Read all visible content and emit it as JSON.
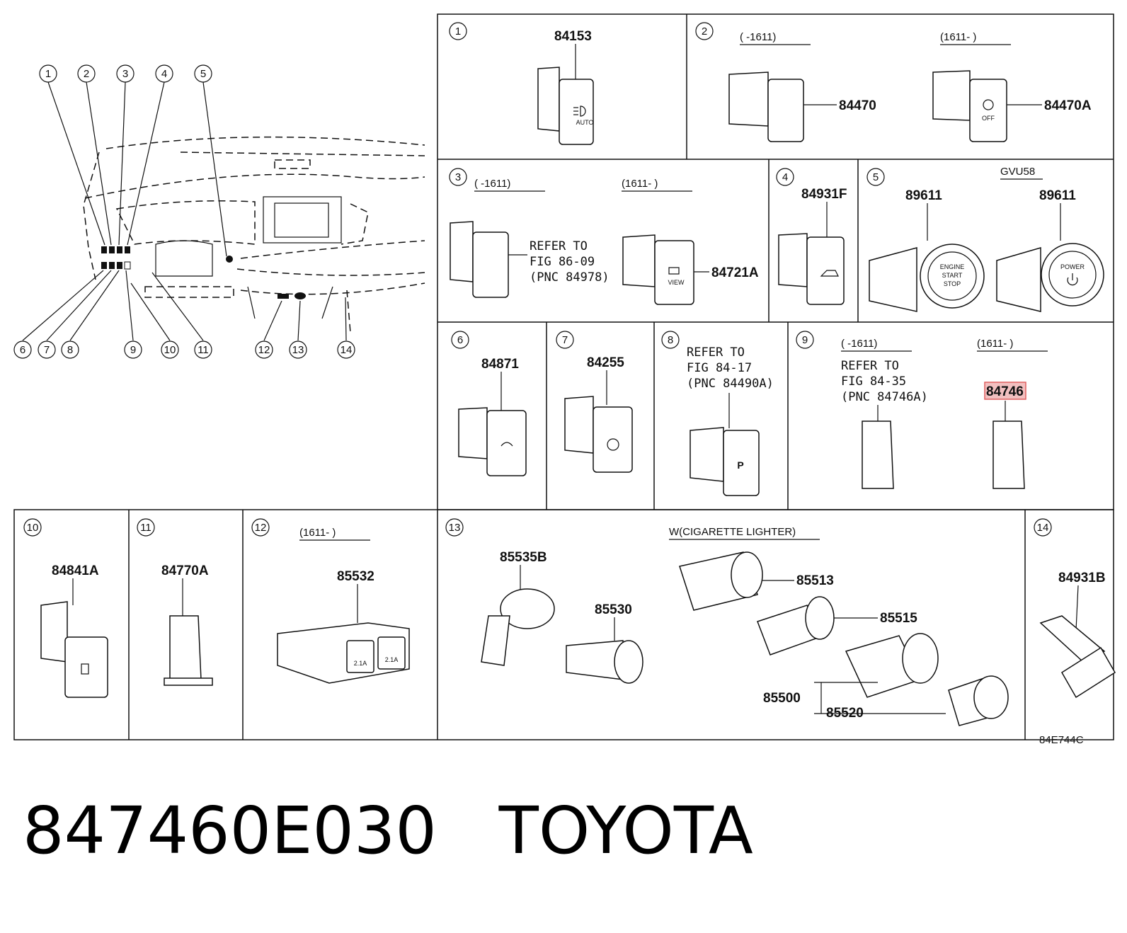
{
  "callouts_overview": [
    "1",
    "2",
    "3",
    "4",
    "5",
    "6",
    "7",
    "8",
    "9",
    "10",
    "11",
    "12",
    "13",
    "14"
  ],
  "panels": {
    "p1": {
      "num": "1",
      "part": "84153",
      "icon_text": "AUTO"
    },
    "p2": {
      "num": "2",
      "range_a": "(     -1611)",
      "range_b": "(1611-      )",
      "part_a": "84470",
      "part_b": "84470A",
      "icon_text_b": "OFF"
    },
    "p3": {
      "num": "3",
      "range_a": "(     -1611)",
      "range_b": "(1611-      )",
      "refer_1": "REFER TO",
      "refer_2": "FIG 86-09",
      "refer_3": "(PNC 84978)",
      "part": "84721A",
      "icon_text": "VIEW"
    },
    "p4": {
      "num": "4",
      "part": "84931F"
    },
    "p5": {
      "num": "5",
      "code": "GVU58",
      "part_a": "89611",
      "part_b": "89611",
      "engine_1": "ENGINE",
      "engine_2": "START",
      "engine_3": "STOP",
      "power": "POWER"
    },
    "p6": {
      "num": "6",
      "part": "84871"
    },
    "p7": {
      "num": "7",
      "part": "84255"
    },
    "p8": {
      "num": "8",
      "refer_1": "REFER TO",
      "refer_2": "FIG 84-17",
      "refer_3": "(PNC 84490A)"
    },
    "p9": {
      "num": "9",
      "range_a": "(     -1611)",
      "range_b": "(1611-      )",
      "refer_1": "REFER TO",
      "refer_2": "FIG 84-35",
      "refer_3": "(PNC 84746A)",
      "part": "84746"
    },
    "p10": {
      "num": "10",
      "part": "84841A"
    },
    "p11": {
      "num": "11",
      "part": "84770A"
    },
    "p12": {
      "num": "12",
      "range": "(1611-      )",
      "part": "85532",
      "usb_1": "2.1A",
      "usb_2": "2.1A"
    },
    "p13": {
      "num": "13",
      "heading": "W(CIGARETTE LIGHTER)",
      "part_a": "85535B",
      "part_b": "85530",
      "part_c": "85513",
      "part_d": "85515",
      "part_e": "85500",
      "part_f": "85520"
    },
    "p14": {
      "num": "14",
      "part": "84931B"
    }
  },
  "ref_code": "84E744C",
  "title": "847460E030   TOYOTA",
  "colors": {
    "highlight": "#e06060",
    "ink": "#111111"
  }
}
